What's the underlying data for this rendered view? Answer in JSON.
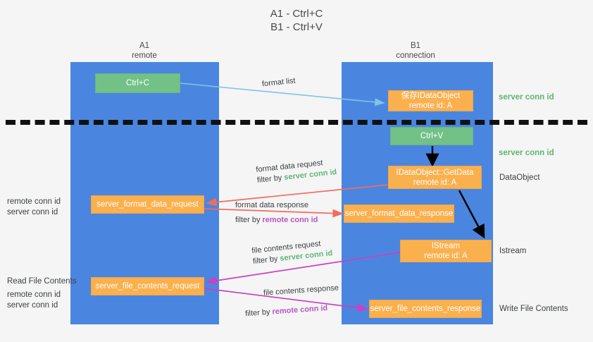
{
  "title": {
    "line1": "A1 - Ctrl+C",
    "line2": "B1 - Ctrl+V"
  },
  "lanes": [
    {
      "name": "A1",
      "sub": "remote"
    },
    {
      "name": "B1",
      "sub": "connection"
    }
  ],
  "nodes": {
    "ctrl_c": {
      "label": "Ctrl+C"
    },
    "save_idataobject": {
      "line1": "保存IDataObject",
      "line2": "remote id: A"
    },
    "ctrl_v": {
      "label": "Ctrl+V"
    },
    "getdata": {
      "line1": "IDataObject::GetData",
      "line2": "remote id: A"
    },
    "istream": {
      "line1": "IStream",
      "line2": "remote id: A"
    },
    "server_format_data_request": {
      "label": "server_format_data_request"
    },
    "server_format_data_response": {
      "label": "server_format_data_response"
    },
    "server_file_contents_request": {
      "label": "server_file_contents_request"
    },
    "server_file_contents_response": {
      "label": "server_file_contents_response"
    }
  },
  "edges": {
    "format_list": {
      "label": "format list"
    },
    "format_data_request": {
      "line1": "format data request",
      "filter_prefix": "filter by ",
      "filter_key": "server conn id"
    },
    "format_data_response": {
      "line1": "format data response",
      "filter_prefix": "filter by ",
      "filter_key": "remote conn id"
    },
    "file_contents_request": {
      "line1": "file contents request",
      "filter_prefix": "filter by ",
      "filter_key": "server conn id"
    },
    "file_contents_response": {
      "line1": "file contents response",
      "filter_prefix": "filter by ",
      "filter_key": "remote conn id"
    }
  },
  "annotations": {
    "right_server_conn_id_top": "server conn id",
    "right_server_conn_id_mid": "server conn id",
    "right_dataobject": "DataObject",
    "right_istream": "Istream",
    "right_write_file_contents": "Write File Contents",
    "left_ids_top": {
      "remote": "remote conn id",
      "server": "server conn id"
    },
    "left_read_file_contents": "Read File Contents",
    "left_ids_bottom": {
      "remote": "remote conn id",
      "server": "server conn id"
    }
  },
  "colors": {
    "background": "#f5f5f5",
    "lane": "#4a86e0",
    "node_green": "#72c187",
    "node_orange": "#fbb04e",
    "arrow_blue": "#7fc3e8",
    "arrow_red": "#ef6e5e",
    "arrow_magenta": "#cc3fc0",
    "arrow_black": "#000000",
    "text_green": "#5fb573",
    "text_purple": "#b657c4",
    "separator": "#111111"
  }
}
